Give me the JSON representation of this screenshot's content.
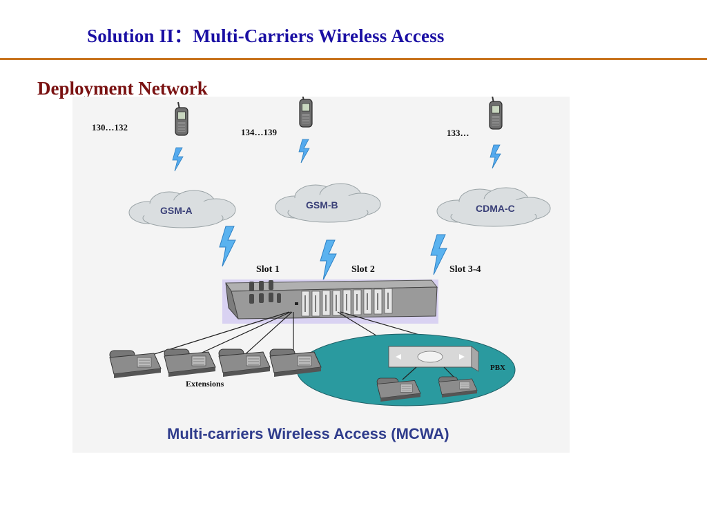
{
  "slide": {
    "title": "Solution II：Multi-Carriers Wireless Access",
    "subtitle": "Deployment Network"
  },
  "diagram": {
    "phones": [
      {
        "number_label": "130…132"
      },
      {
        "number_label": "134…139"
      },
      {
        "number_label": "133…"
      }
    ],
    "networks": [
      {
        "label": "GSM-A"
      },
      {
        "label": "GSM-B"
      },
      {
        "label": "CDMA-C"
      }
    ],
    "slots": [
      {
        "label": "Slot 1"
      },
      {
        "label": "Slot 2"
      },
      {
        "label": "Slot 3-4"
      }
    ],
    "extensions_label": "Extensions",
    "pbx_label": "PBX",
    "caption": "Multi-carriers Wireless Access (MCWA)",
    "colors": {
      "title": "#1a0fa3",
      "subtitle": "#7a1212",
      "rule": "#c8741f",
      "cloud": "#dadee0",
      "pbx_ellipse": "#2a9a9f",
      "gateway_highlight": "#d9d2f2",
      "lightning": "#4aa8e6",
      "caption": "#2f3c8c"
    },
    "icons": [
      "mobile-phone-icon",
      "lightning-icon",
      "cloud-icon",
      "gateway-chassis-icon",
      "desk-phone-icon",
      "pbx-switch-icon"
    ]
  }
}
